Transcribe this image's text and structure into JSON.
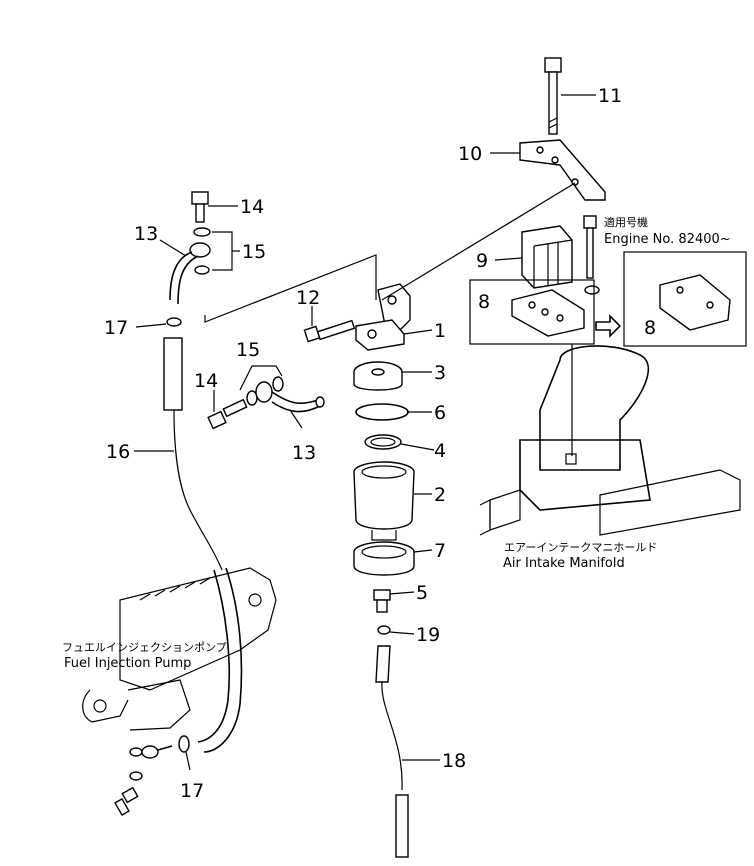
{
  "diagram": {
    "callouts": {
      "c1": "1",
      "c2": "2",
      "c3": "3",
      "c4": "4",
      "c5": "5",
      "c6": "6",
      "c7": "7",
      "c8a": "8",
      "c8b": "8",
      "c9": "9",
      "c10": "10",
      "c11": "11",
      "c12": "12",
      "c13a": "13",
      "c13b": "13",
      "c14a": "14",
      "c14b": "14",
      "c15a": "15",
      "c15b": "15",
      "c16": "16",
      "c17a": "17",
      "c17b": "17",
      "c18": "18",
      "c19": "19"
    },
    "serial_note": {
      "jp": "適用号機",
      "en": "Engine  No. 82400~"
    },
    "fuel_injection_pump": {
      "jp": "フュエルインジェクションポンプ",
      "en": "Fuel Injection Pump"
    },
    "air_intake_manifold": {
      "jp": "エアーインテークマニホールド",
      "en": "Air  Intake  Manifold"
    }
  }
}
